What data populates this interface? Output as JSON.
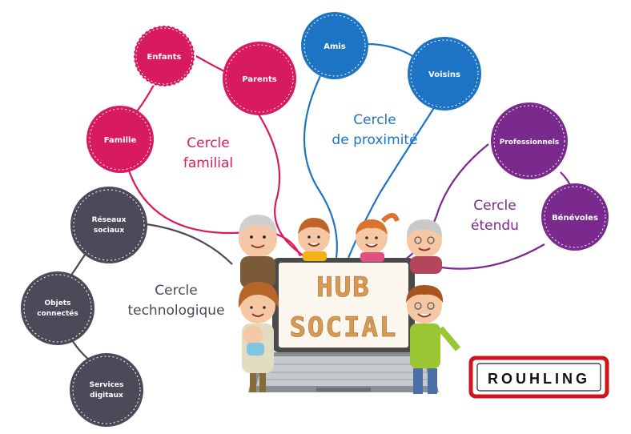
{
  "colors": {
    "familial": "#d81b5e",
    "proximite": "#1e74c4",
    "etendu": "#7a2a8c",
    "technologique": "#4a4a58",
    "hub_text": "#d79a54",
    "sign_red": "#d0141c"
  },
  "circles": {
    "familial": {
      "title_line1": "Cercle",
      "title_line2": "familial",
      "nodes": [
        "Enfants",
        "Parents",
        "Famille"
      ]
    },
    "proximite": {
      "title_line1": "Cercle",
      "title_line2": "de proximité",
      "nodes": [
        "Amis",
        "Voisins"
      ]
    },
    "etendu": {
      "title_line1": "Cercle",
      "title_line2": "étendu",
      "nodes": [
        "Professionnels",
        "Bénévoles"
      ]
    },
    "technologique": {
      "title_line1": "Cercle",
      "title_line2": "technologique",
      "nodes": [
        {
          "line1": "Réseaux",
          "line2": "sociaux"
        },
        {
          "line1": "Objets",
          "line2": "connectés"
        },
        {
          "line1": "Services",
          "line2": "digitaux"
        }
      ]
    }
  },
  "hub": {
    "line1": "HUB",
    "line2": "SOCIAL"
  },
  "sign": {
    "text": "ROUHLING"
  },
  "icons": [
    "laptop-icon",
    "family-people-illustration"
  ]
}
